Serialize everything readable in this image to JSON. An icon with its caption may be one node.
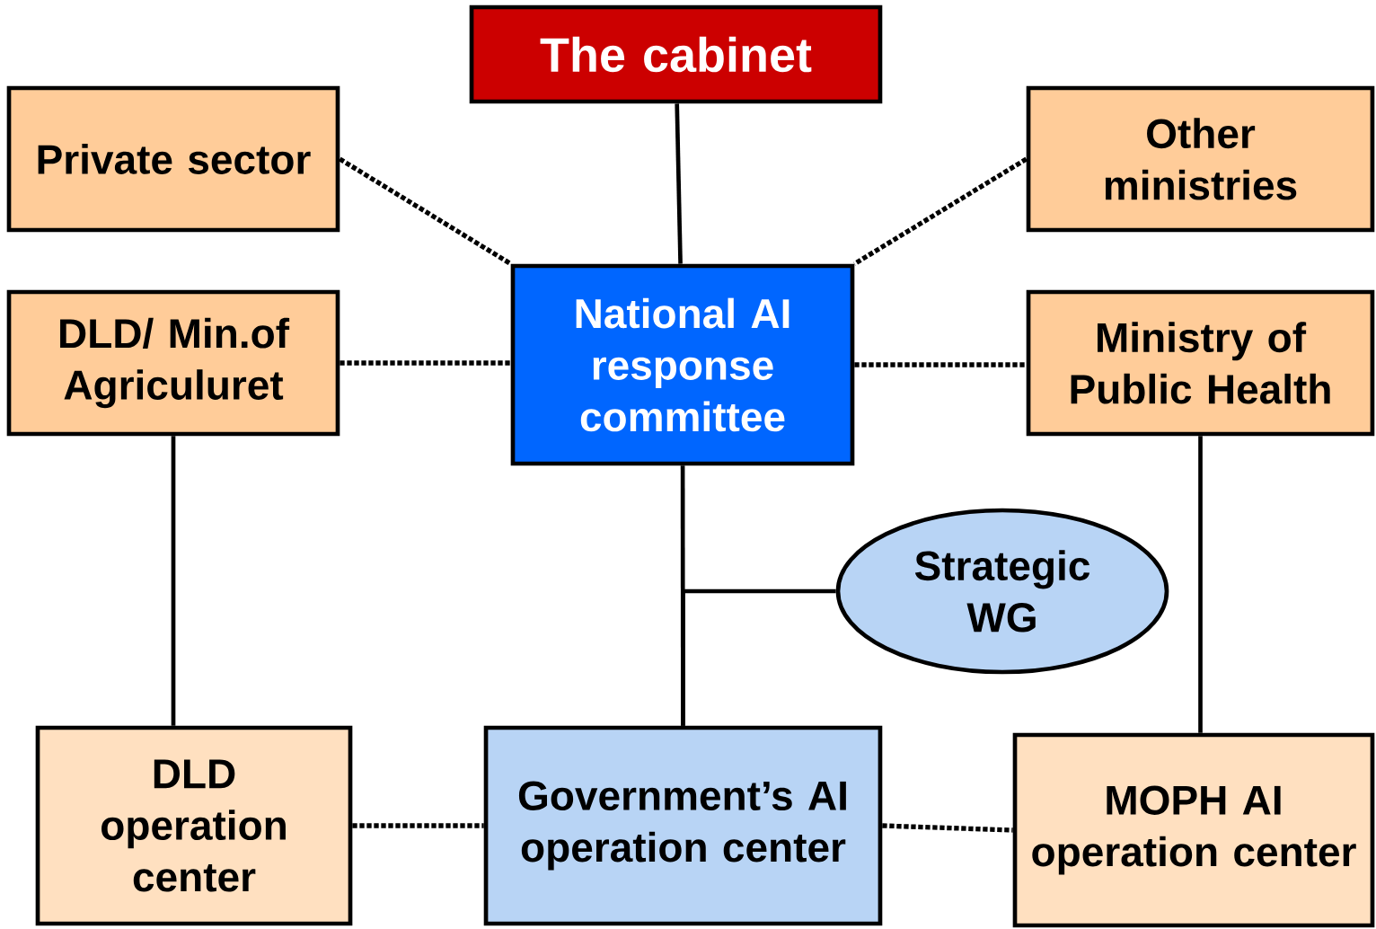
{
  "diagram": {
    "nodes": [
      {
        "text": [
          "The cabinet"
        ]
      },
      {
        "text": [
          "Private sector"
        ]
      },
      {
        "text": [
          "Other ministries"
        ]
      },
      {
        "text": [
          "National AI response committee"
        ]
      },
      {
        "text": [
          "DLD/ Min.of Agriculuret"
        ]
      },
      {
        "text": [
          "Ministry of Public Health"
        ]
      },
      {
        "text": [
          "Strategic WG"
        ]
      },
      {
        "text": [
          "DLD operation center"
        ]
      },
      {
        "text": [
          "Government’s AI operation center"
        ]
      },
      {
        "text": [
          "MOPH AI operation center"
        ]
      }
    ],
    "edges": [
      {
        "from": 0,
        "to": 3,
        "arrow": "none"
      },
      {
        "from": 1,
        "to": 3,
        "arrow": "none",
        "style": "dashed"
      },
      {
        "from": 2,
        "to": 3,
        "arrow": "none",
        "style": "dashed"
      },
      {
        "from": 4,
        "to": 3,
        "arrow": "none",
        "style": "dashed"
      },
      {
        "from": 3,
        "to": 5,
        "arrow": "none",
        "style": "dashed"
      },
      {
        "from": 3,
        "to": 8,
        "arrow": "none"
      },
      {
        "from": 6,
        "to": 8,
        "arrow": "none"
      },
      {
        "from": 4,
        "to": 7,
        "arrow": "none"
      },
      {
        "from": 5,
        "to": 9,
        "arrow": "none"
      },
      {
        "from": 7,
        "to": 8,
        "arrow": "none",
        "style": "dashed"
      },
      {
        "from": 8,
        "to": 9,
        "arrow": "none",
        "style": "dashed"
      }
    ]
  }
}
